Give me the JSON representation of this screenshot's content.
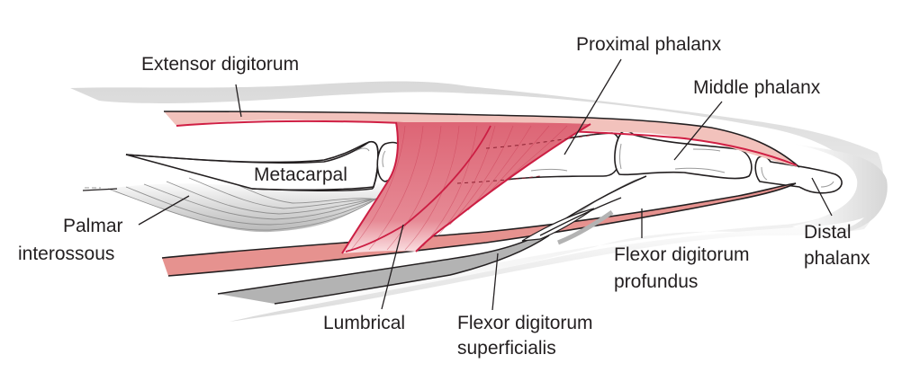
{
  "figure": {
    "subject": "Finger anatomy (lateral view)",
    "colors": {
      "skin": "#e6e6e6",
      "extensor": "#f2c2bc",
      "extensor_edge": "#d01f44",
      "lumbrical": "#e0717f",
      "lumbrical_edge": "#cc1e43",
      "profundus": "#e6928f",
      "superficialis": "#b3b3b3",
      "interosseous": "#c7c7c7",
      "bone": "#ffffff",
      "outline": "#231f20"
    },
    "labels": {
      "extensor_digitorum": "Extensor digitorum",
      "proximal_phalanx": "Proximal phalanx",
      "middle_phalanx": "Middle phalanx",
      "metacarpal": "Metacarpal",
      "palmar_interossous_line1": "Palmar",
      "palmar_interossous_line2": "interossous",
      "distal_phalanx_line1": "Distal",
      "distal_phalanx_line2": "phalanx",
      "fdp_line1": "Flexor digitorum",
      "fdp_line2": "profundus",
      "lumbrical": "Lumbrical",
      "fds_line1": "Flexor digitorum",
      "fds_line2": "superficialis"
    }
  }
}
